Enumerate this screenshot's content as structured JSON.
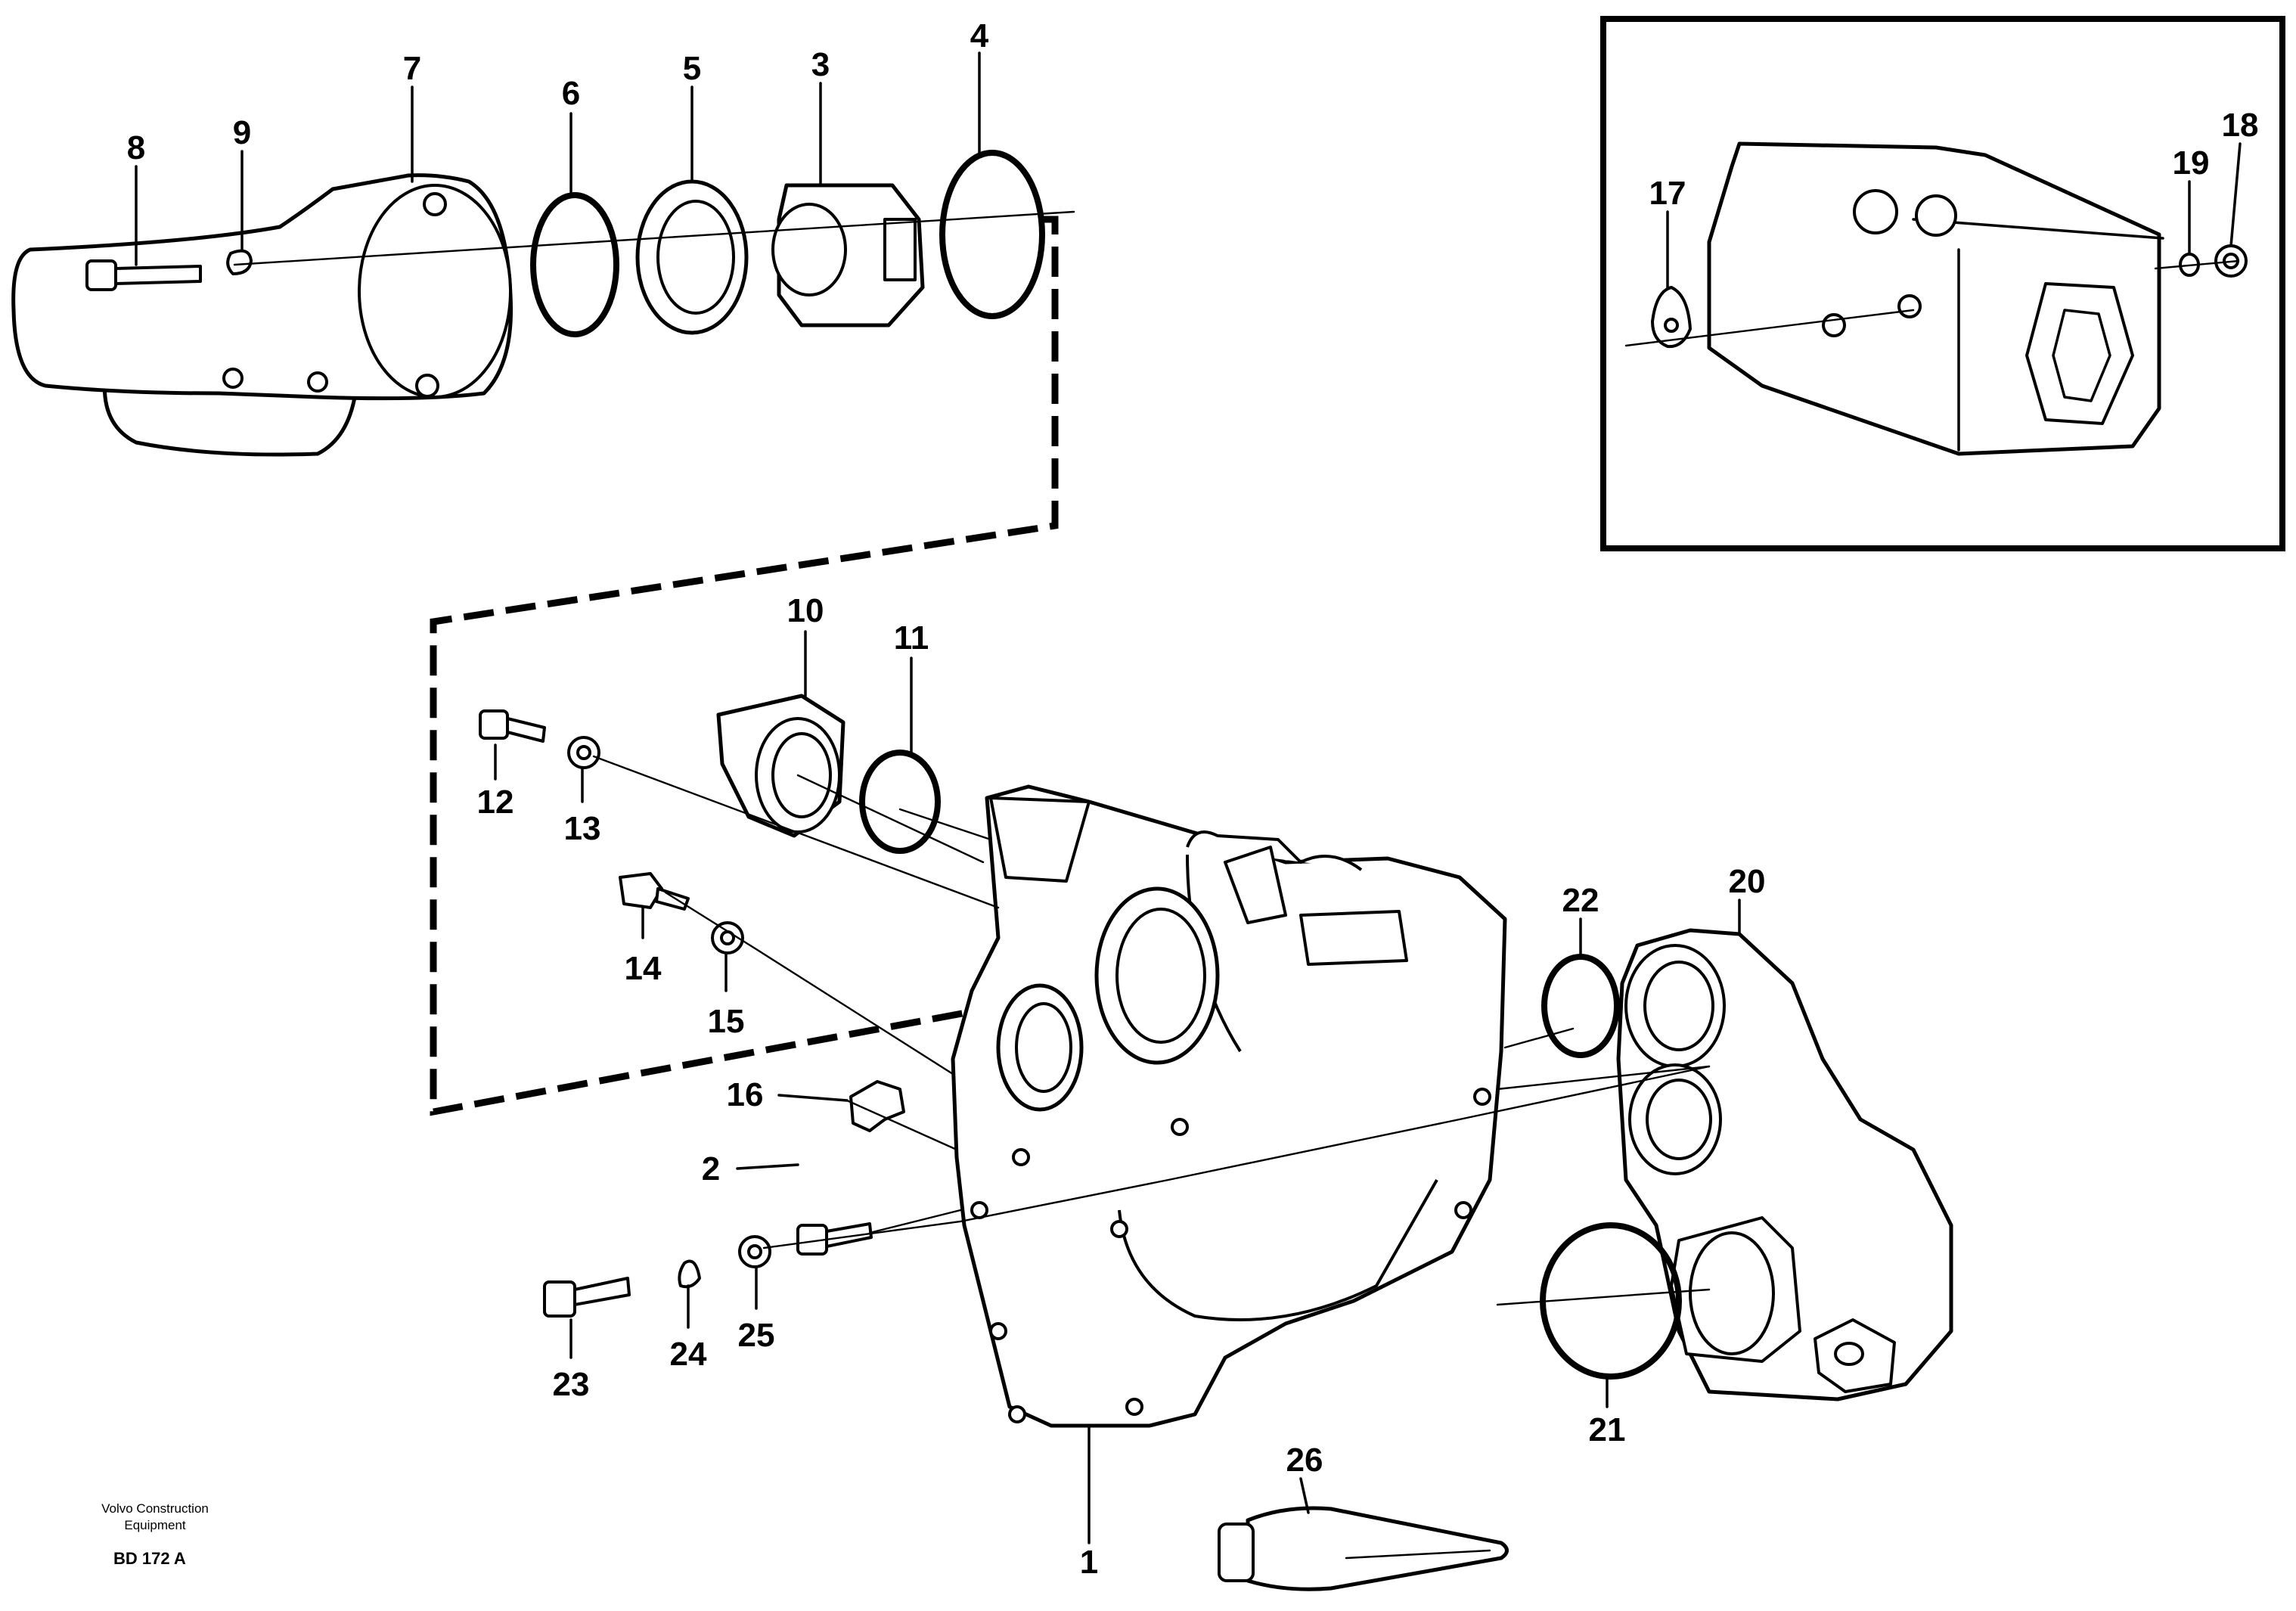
{
  "diagram": {
    "part_numbers": [
      "1",
      "2",
      "3",
      "4",
      "5",
      "6",
      "7",
      "8",
      "9",
      "10",
      "11",
      "12",
      "13",
      "14",
      "15",
      "16",
      "17",
      "18",
      "19",
      "20",
      "21",
      "22",
      "23",
      "24",
      "25",
      "26"
    ]
  },
  "footer": {
    "credit_line1": "Volvo Construction",
    "credit_line2": "Equipment",
    "drawing_code": "BD 172 A"
  }
}
